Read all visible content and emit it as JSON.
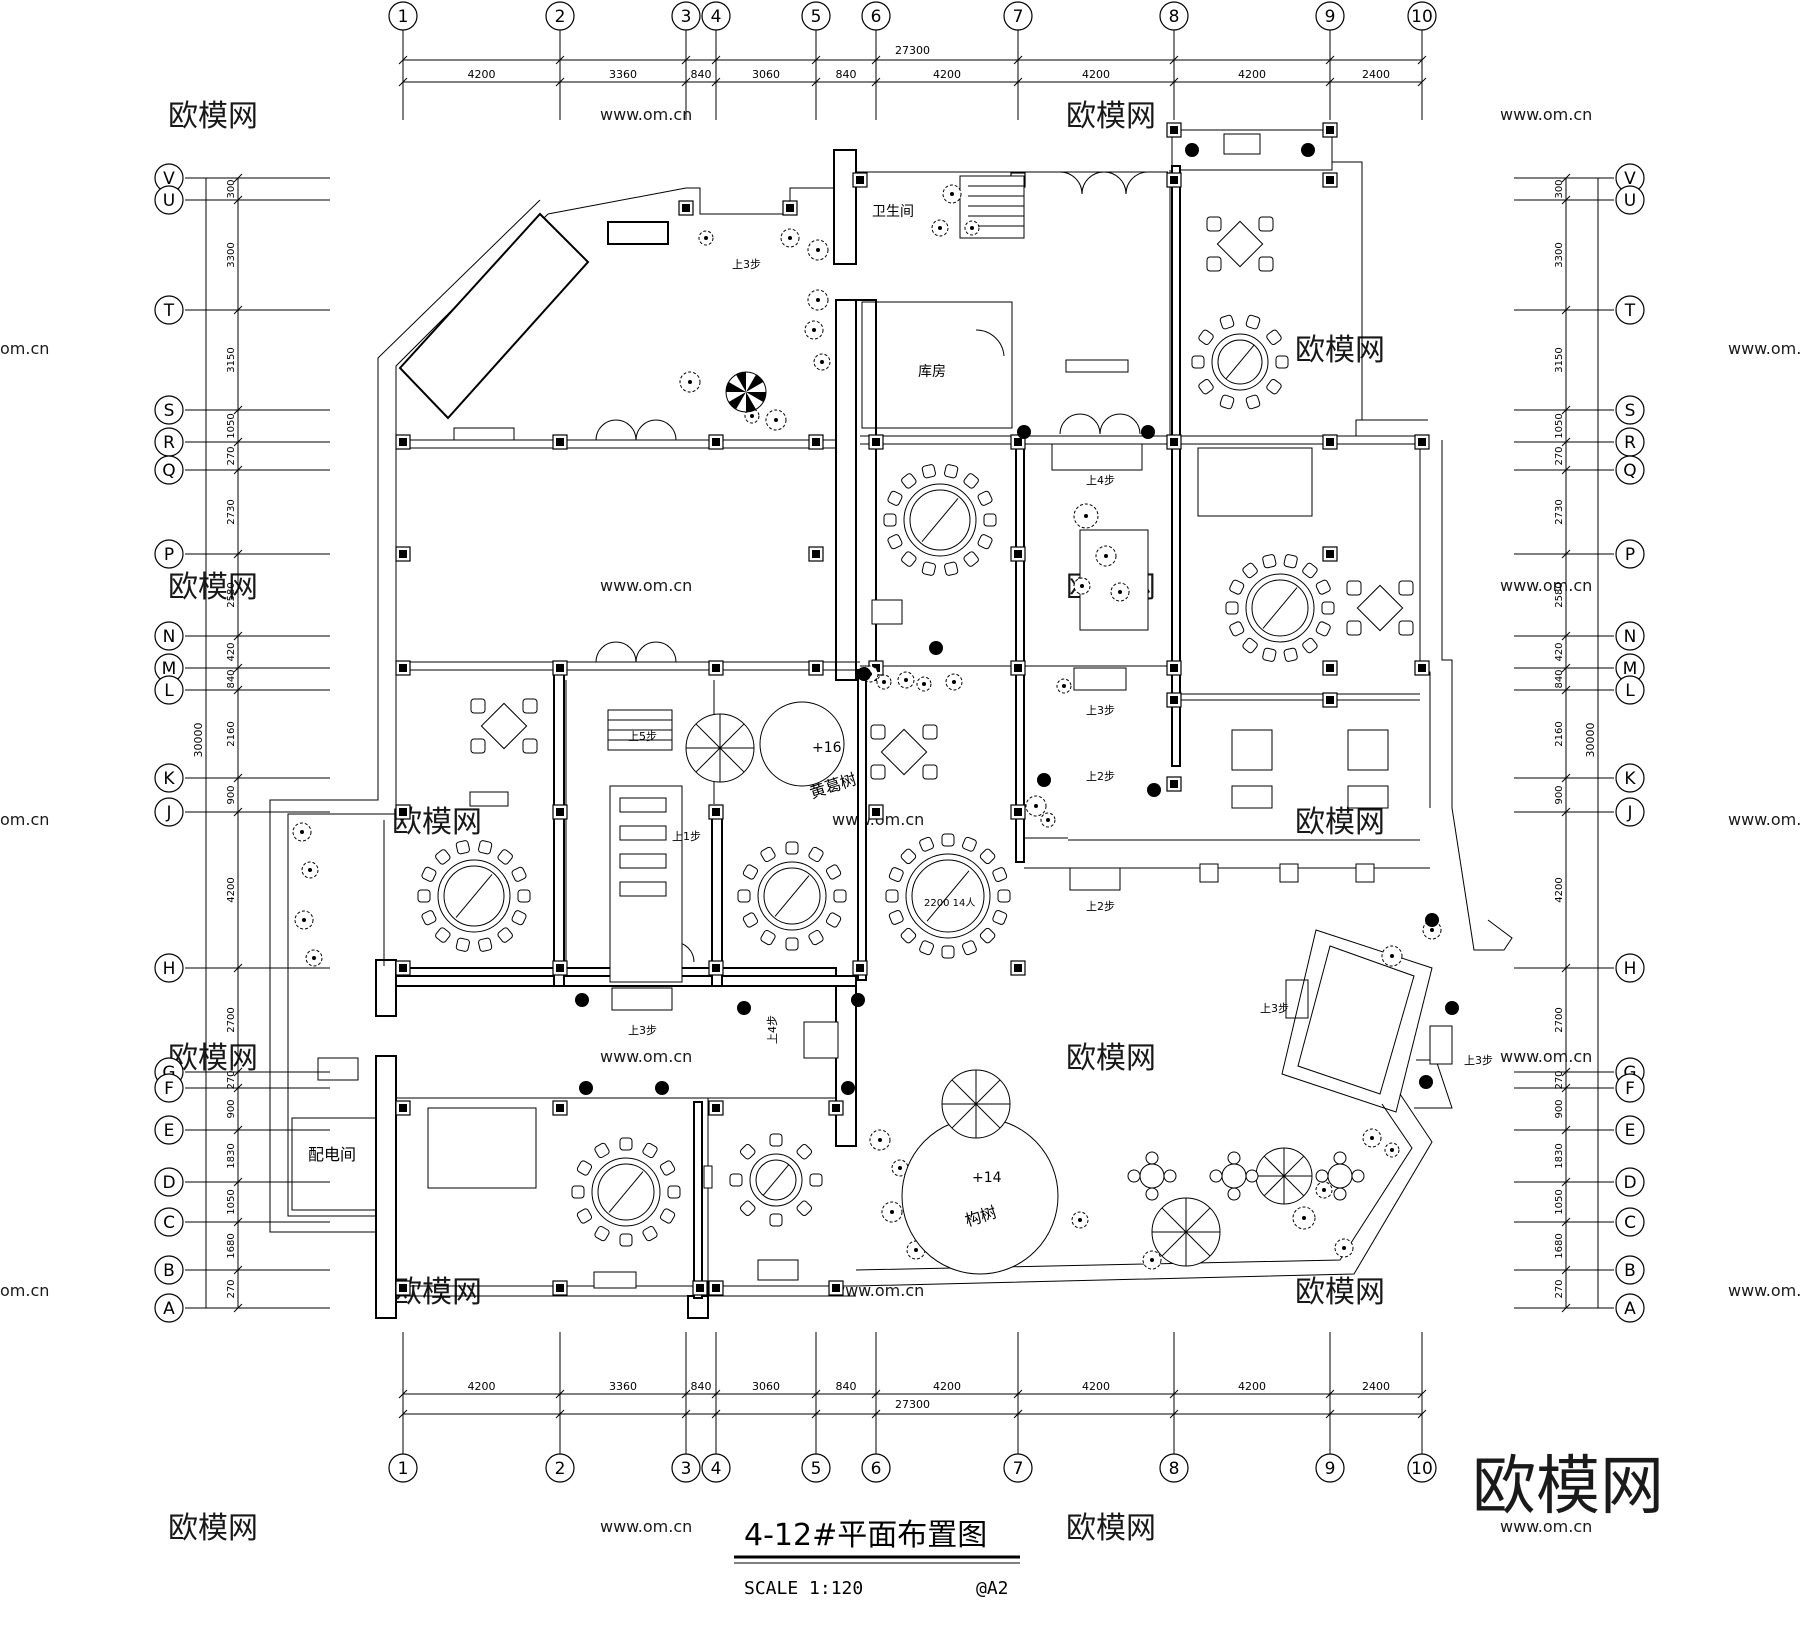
{
  "title": "4-12#平面布置图",
  "scale_text": "SCALE 1:120",
  "sheet_text": "@A2",
  "watermark_logo": "欧模网",
  "watermark_url": "www.om.cn",
  "watermark_url_short": "om.cn",
  "axes": {
    "columns": [
      "1",
      "2",
      "3",
      "4",
      "5",
      "6",
      "7",
      "8",
      "9",
      "10"
    ],
    "column_dims": [
      "4200",
      "3360",
      "840",
      "3060",
      "840",
      "4200",
      "4200",
      "4200",
      "2400"
    ],
    "column_total": "27300",
    "rows": [
      "V",
      "U",
      "T",
      "S",
      "R",
      "Q",
      "P",
      "N",
      "M",
      "L",
      "K",
      "J",
      "H",
      "G",
      "F",
      "E",
      "D",
      "C",
      "B",
      "A"
    ],
    "row_dims": [
      "300",
      "3300",
      "3150",
      "1050",
      "270",
      "2730",
      "2580",
      "420",
      "840",
      "2160",
      "900",
      "4200",
      "2700",
      "270",
      "900",
      "1830",
      "1050",
      "1680",
      "270"
    ],
    "row_total": "30000"
  },
  "rooms": {
    "restroom": "卫生间",
    "storage": "库房",
    "electrical": "配电间"
  },
  "trees": {
    "yellow_tree_count": "+16",
    "yellow_tree_name": "黄葛树",
    "gou_tree_count": "+14",
    "gou_tree_name": "构树"
  },
  "table_label": "2200 14人",
  "steps": {
    "up1": "上1步",
    "up2": "上2步",
    "up3": "上3步",
    "up4": "上4步",
    "up5": "上5步"
  }
}
